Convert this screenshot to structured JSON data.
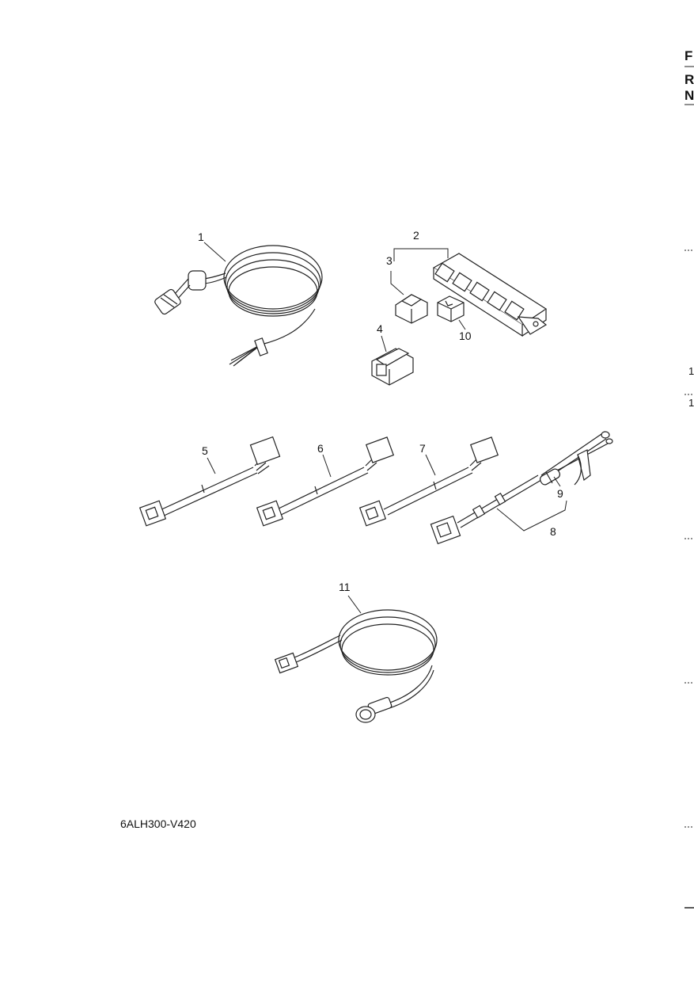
{
  "diagram_code": "6ALH300-V420",
  "callouts": [
    "1",
    "2",
    "3",
    "4",
    "5",
    "6",
    "7",
    "8",
    "9",
    "10",
    "11"
  ],
  "right_margin": {
    "letters": [
      "F",
      "R",
      "N"
    ],
    "numbers": [
      "1",
      "1"
    ]
  },
  "colors": {
    "line": "#222222",
    "background": "#ffffff"
  }
}
